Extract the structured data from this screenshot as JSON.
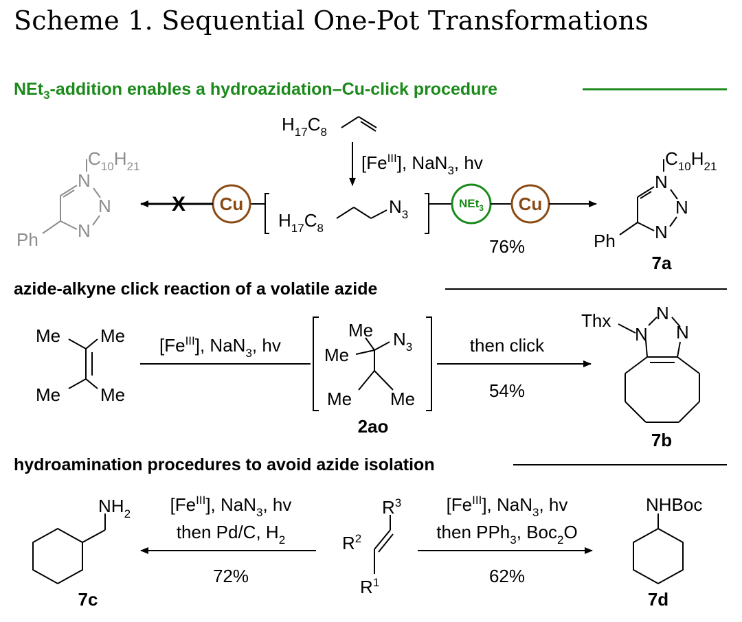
{
  "title": "Scheme 1. Sequential One-Pot Transformations",
  "section1": {
    "header": {
      "pre": "NEt",
      "sub": "3",
      "post": "-addition enables a hydroazidation–Cu-click procedure"
    },
    "substrate": {
      "main": "H",
      "sub1": "17",
      "mid": "C",
      "sub2": "8"
    },
    "conditions": {
      "a": "[Fe",
      "sup": "III",
      "b": "], NaN",
      "sub": "3",
      "c": ", hv"
    },
    "intermediate": {
      "n": "N",
      "n_sub": "3"
    },
    "failed_mark": "X",
    "catalyst_cu": "Cu",
    "additive": {
      "main": "NEt",
      "sub": "3"
    },
    "yield": "76%",
    "triazole": {
      "c": "C",
      "c_sub": "10",
      "h": "H",
      "h_sub": "21",
      "n": "N",
      "ph": "Ph"
    },
    "product": "7a"
  },
  "section2": {
    "header": "azide-alkyne click reaction of a volatile azide",
    "me": "Me",
    "conditions": {
      "a": "[Fe",
      "sup": "III",
      "b": "], NaN",
      "sub": "3",
      "c": ", hv"
    },
    "intermediate": {
      "n": "N",
      "n_sub": "3"
    },
    "intermediate_label": "2ao",
    "then": "then click",
    "yield": "54%",
    "thx": "Thx",
    "n": "N",
    "product": "7b"
  },
  "section3": {
    "header": "hydroamination procedures to avoid azide isolation",
    "left": {
      "a": "[Fe",
      "sup": "III",
      "b": "], NaN",
      "sub": "3",
      "c": ", hv",
      "then_a": "then Pd/C, H",
      "then_sub": "2",
      "yield": "72%"
    },
    "right": {
      "a": "[Fe",
      "sup": "III",
      "b": "], NaN",
      "sub": "3",
      "c": ", hv",
      "then_a": "then PPh",
      "then_sub1": "3",
      "then_b": ", Boc",
      "then_sub2": "2",
      "then_c": "O",
      "yield": "62%"
    },
    "r": "R",
    "r1": "1",
    "r2": "2",
    "r3": "3",
    "nh2": {
      "main": "NH",
      "sub": "2"
    },
    "nhboc": "NHBoc",
    "product_left": "7c",
    "product_right": "7d"
  },
  "colors": {
    "green": "#1b8a1b",
    "brown": "#8a4a14",
    "grey": "#8c8c8c",
    "black": "#000000"
  }
}
